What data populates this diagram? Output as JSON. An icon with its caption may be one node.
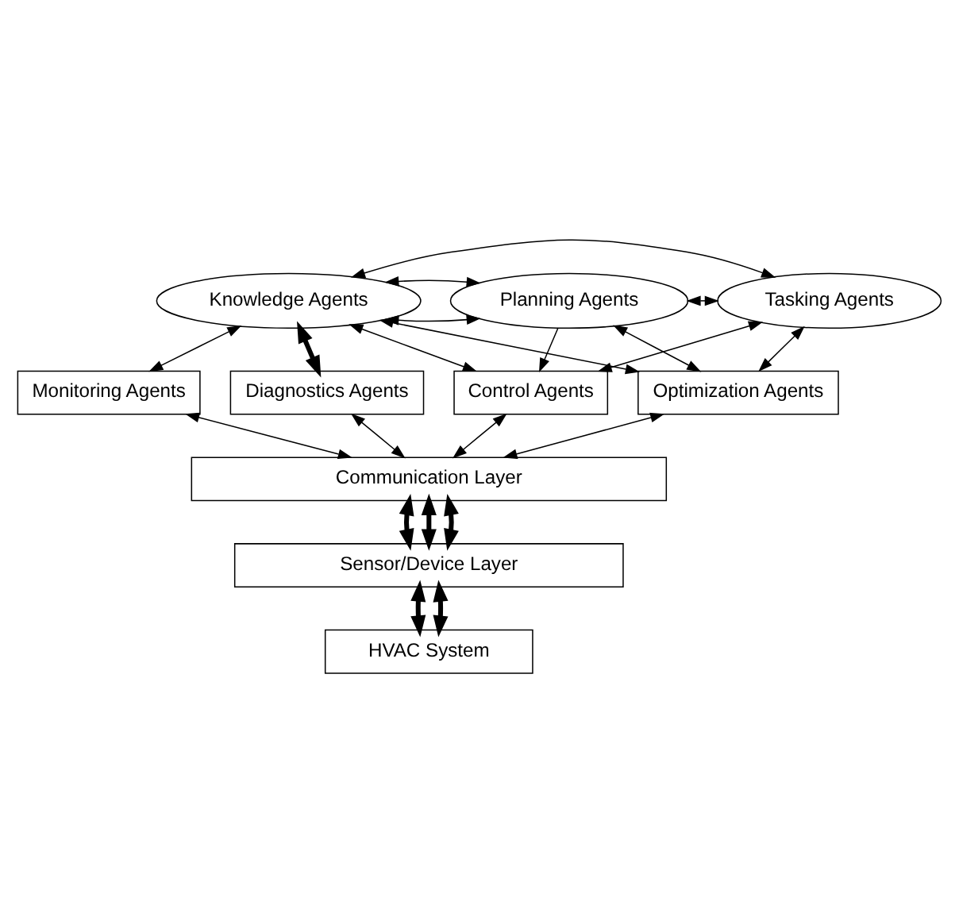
{
  "diagram": {
    "nodes": [
      {
        "text": [
          "Knowledge Agents"
        ]
      },
      {
        "text": [
          "Planning Agents"
        ]
      },
      {
        "text": [
          "Tasking Agents"
        ]
      },
      {
        "text": [
          "Monitoring Agents"
        ]
      },
      {
        "text": [
          "Diagnostics Agents"
        ]
      },
      {
        "text": [
          "Control Agents"
        ]
      },
      {
        "text": [
          "Optimization Agents"
        ]
      },
      {
        "text": [
          "Communication Layer"
        ]
      },
      {
        "text": [
          "Sensor/Device Layer"
        ]
      },
      {
        "text": [
          "HVAC System"
        ]
      }
    ],
    "edges": [
      {
        "from": 0,
        "to": 1,
        "arrow": "both"
      },
      {
        "from": 1,
        "to": 2,
        "arrow": "both"
      },
      {
        "from": 0,
        "to": 2,
        "arrow": "both"
      },
      {
        "from": 0,
        "to": 1,
        "arrow": "both"
      },
      {
        "from": 0,
        "to": 3,
        "arrow": "both"
      },
      {
        "from": 0,
        "to": 4,
        "arrow": "both",
        "style": "thick"
      },
      {
        "from": 0,
        "to": 5,
        "arrow": "both"
      },
      {
        "from": 0,
        "to": 6,
        "arrow": "both"
      },
      {
        "from": 1,
        "to": 5,
        "arrow": "to"
      },
      {
        "from": 1,
        "to": 6,
        "arrow": "both"
      },
      {
        "from": 5,
        "to": 2,
        "arrow": "both"
      },
      {
        "from": 2,
        "to": 6,
        "arrow": "both"
      },
      {
        "from": 3,
        "to": 7,
        "arrow": "both"
      },
      {
        "from": 4,
        "to": 7,
        "arrow": "both"
      },
      {
        "from": 5,
        "to": 7,
        "arrow": "both"
      },
      {
        "from": 6,
        "to": 7,
        "arrow": "both"
      },
      {
        "from": 7,
        "to": 8,
        "arrow": "both",
        "style": "thick"
      },
      {
        "from": 7,
        "to": 8,
        "arrow": "both",
        "style": "thick"
      },
      {
        "from": 7,
        "to": 8,
        "arrow": "both",
        "style": "thick"
      },
      {
        "from": 8,
        "to": 9,
        "arrow": "both",
        "style": "thick"
      },
      {
        "from": 8,
        "to": 9,
        "arrow": "both",
        "style": "thick"
      }
    ]
  }
}
